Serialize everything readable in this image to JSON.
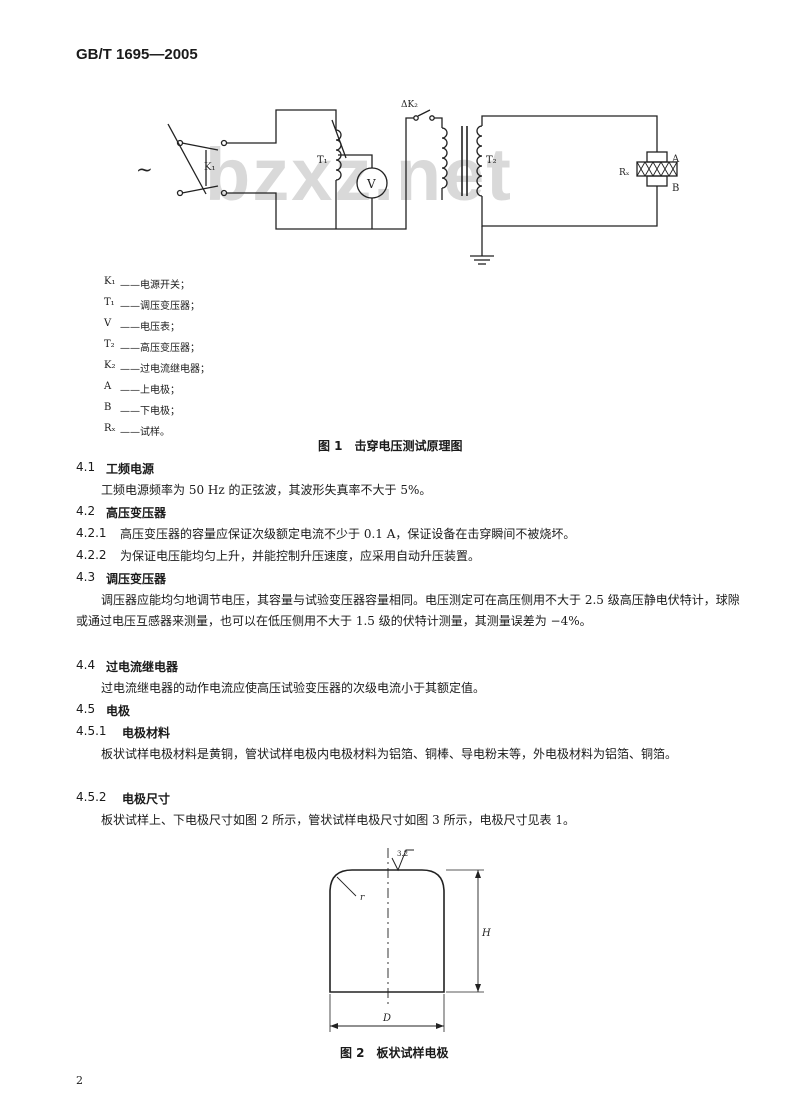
{
  "header": {
    "standard_code": "GB/T 1695—2005"
  },
  "watermark": {
    "text": "bzxz.net"
  },
  "figure1": {
    "labels": {
      "k1": "K₁",
      "k2": "ΔK₂",
      "t1": "T₁",
      "t2": "T₂",
      "v": "V",
      "rx": "Rₓ",
      "a": "A",
      "b": "B",
      "ac": "~"
    },
    "legend": [
      {
        "sym": "K₁",
        "text": "——电源开关；"
      },
      {
        "sym": "T₁",
        "text": "——调压变压器；"
      },
      {
        "sym": "V",
        "text": "——电压表；"
      },
      {
        "sym": "T₂",
        "text": "——高压变压器；"
      },
      {
        "sym": "K₂",
        "text": "——过电流继电器；"
      },
      {
        "sym": "A",
        "text": "——上电极；"
      },
      {
        "sym": "B",
        "text": "——下电极；"
      },
      {
        "sym": "Rₓ",
        "text": "——试样。"
      }
    ],
    "caption": "图 1　击穿电压测试原理图"
  },
  "sections": [
    {
      "num": "4.1",
      "title": "工频电源",
      "body": "工频电源频率为 50 Hz 的正弦波，其波形失真率不大于 5%。"
    },
    {
      "num": "4.2",
      "title": "高压变压器"
    },
    {
      "num": "4.2.1",
      "title": "",
      "body": "高压变压器的容量应保证次级额定电流不少于 0.1 A，保证设备在击穿瞬间不被烧坏。"
    },
    {
      "num": "4.2.2",
      "title": "",
      "body": "为保证电压能均匀上升，并能控制升压速度，应采用自动升压装置。"
    },
    {
      "num": "4.3",
      "title": "调压变压器",
      "body": "调压器应能均匀地调节电压，其容量与试验变压器容量相同。电压测定可在高压侧用不大于 2.5 级高压静电伏特计，球隙或通过电压互感器来测量，也可以在低压侧用不大于 1.5 级的伏特计测量，其测量误差为 −4%。"
    },
    {
      "num": "4.4",
      "title": "过电流继电器",
      "body": "过电流继电器的动作电流应使高压试验变压器的次级电流小于其额定值。"
    },
    {
      "num": "4.5",
      "title": "电极"
    },
    {
      "num": "4.5.1",
      "title": "电极材料",
      "body": "板状试样电极材料是黄铜，管状试样电极内电极材料为铝箔、铜棒、导电粉末等，外电极材料为铝箔、铜箔。"
    },
    {
      "num": "4.5.2",
      "title": "电极尺寸",
      "body": "板状试样上、下电极尺寸如图 2 所示，管状试样电极尺寸如图 3 所示，电极尺寸见表 1。"
    }
  ],
  "figure2": {
    "labels": {
      "r": "r",
      "h": "H",
      "d": "D",
      "roughness": "3.2"
    },
    "caption": "图 2　板状试样电极"
  },
  "footer": {
    "page_number": "2"
  }
}
